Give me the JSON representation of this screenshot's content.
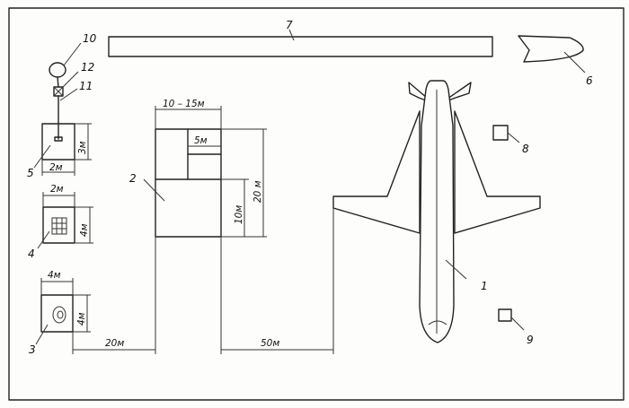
{
  "callouts": {
    "n1": "1",
    "n2": "2",
    "n3": "3",
    "n4": "4",
    "n5": "5",
    "n6": "6",
    "n7": "7",
    "n8": "8",
    "n9": "9",
    "n10": "10",
    "n11": "11",
    "n12": "12"
  },
  "dimensions": {
    "width_10_15": "10 – 15м",
    "h_5": "5м",
    "v_20": "20 м",
    "v_10": "10м",
    "w_2_top": "2м",
    "h_3": "3м",
    "w_2_mid": "2м",
    "h_4_mid": "4м",
    "w_4_bot": "4м",
    "h_4_bot": "4м",
    "gap_20": "20м",
    "gap_50": "50м"
  }
}
